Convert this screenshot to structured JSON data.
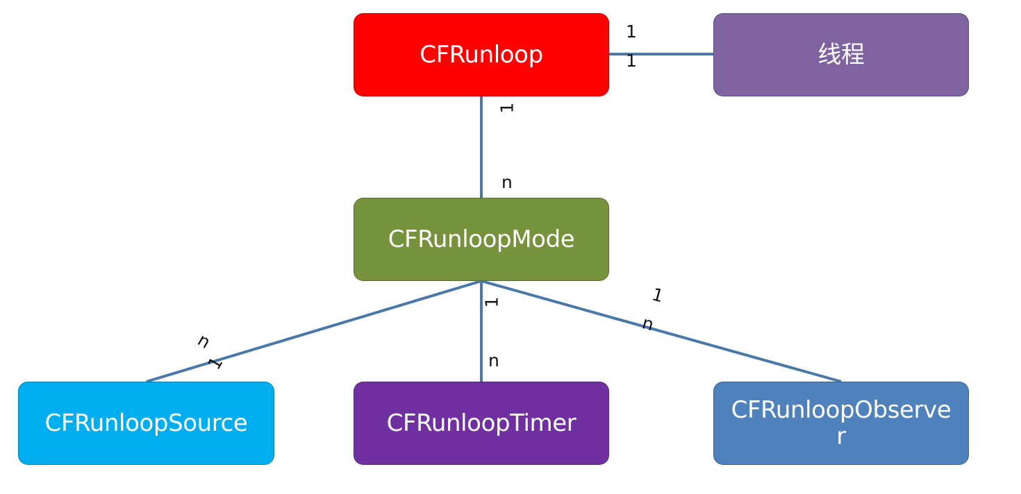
{
  "colors": {
    "connector": "#4a78a8",
    "runloop": "#ff0000",
    "thread": "#7e63a0",
    "mode": "#76923c",
    "source": "#00aeef",
    "timer": "#7030a0",
    "observer": "#4f81bd"
  },
  "nodes": {
    "runloop": "CFRunloop",
    "thread": "线程",
    "mode": "CFRunloopMode",
    "source": "CFRunloopSource",
    "timer": "CFRunloopTimer",
    "observer": "CFRunloopObserver"
  },
  "edges": [
    {
      "from": "CFRunloop",
      "to": "线程",
      "from_card": "1",
      "to_card": "1"
    },
    {
      "from": "CFRunloop",
      "to": "CFRunloopMode",
      "from_card": "1",
      "to_card": "n"
    },
    {
      "from": "CFRunloopMode",
      "to": "CFRunloopSource",
      "from_card": "1",
      "to_card": "n"
    },
    {
      "from": "CFRunloopMode",
      "to": "CFRunloopTimer",
      "from_card": "1",
      "to_card": "n"
    },
    {
      "from": "CFRunloopMode",
      "to": "CFRunloopObserver",
      "from_card": "1",
      "to_card": "n"
    }
  ]
}
